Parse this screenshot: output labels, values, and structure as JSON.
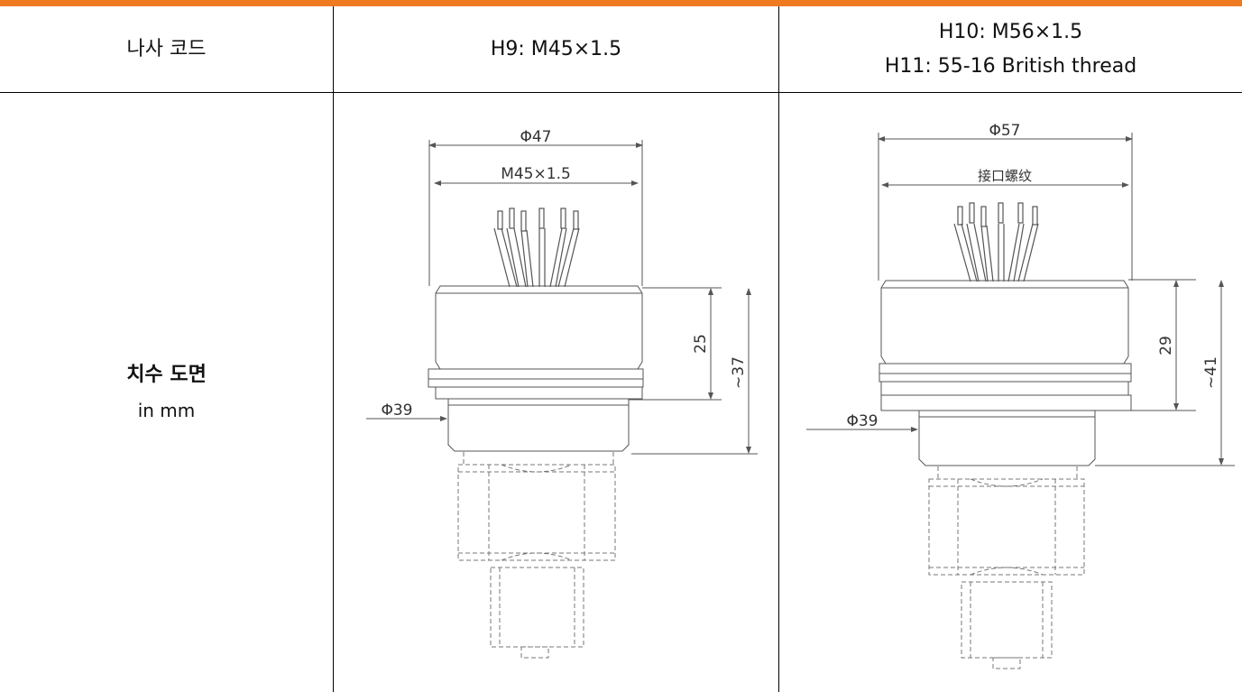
{
  "header": {
    "col1": "나사 코드",
    "col2": "H9: M45×1.5",
    "col3_line1": "H10: M56×1.5",
    "col3_line2": "H11: 55-16 British thread"
  },
  "row": {
    "label": "치수 도면",
    "unit": "in mm"
  },
  "drawing_h9": {
    "outer_dia": "Φ47",
    "thread": "M45×1.5",
    "height_body": "25",
    "height_total": "~37",
    "base_dia": "Φ39"
  },
  "drawing_h10": {
    "outer_dia": "Φ57",
    "thread": "接口螺纹",
    "height_body": "29",
    "height_total": "~41",
    "base_dia": "Φ39"
  },
  "colors": {
    "accent": "#ee7a22",
    "drawing_line": "#555555",
    "dashed_line": "#777777"
  }
}
